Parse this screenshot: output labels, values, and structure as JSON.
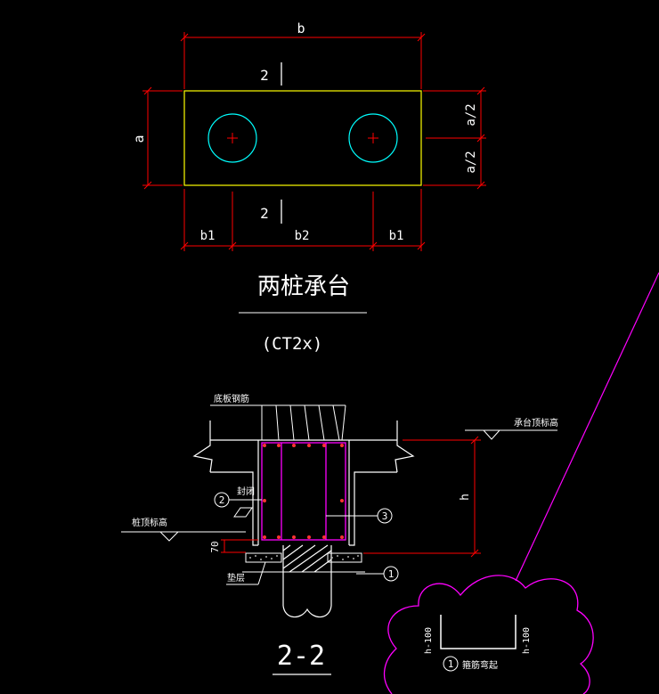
{
  "plan": {
    "top_dim": "b",
    "left_dim": "a",
    "right_dim_upper": "a/2",
    "right_dim_lower": "a/2",
    "section_mark_top": "2",
    "section_mark_bottom": "2",
    "bottom_dim_left": "b1",
    "bottom_dim_middle": "b2",
    "bottom_dim_right": "b1",
    "title": "两桩承台",
    "code": "(CT2x)"
  },
  "section": {
    "title": "2-2",
    "bottom_rebar_label": "底板钢筋",
    "cap_top_elev_label": "承台顶标高",
    "pile_top_elev_label": "桩顶标高",
    "closure_label": "封闭",
    "cushion_label": "垫层",
    "height_dim": "h",
    "offset_dim": "70",
    "callout_1": "1",
    "callout_2": "2",
    "callout_3": "3"
  },
  "detail": {
    "callout": "1",
    "caption": "箍筋弯起",
    "left_dim": "h-100",
    "right_dim": "h-100"
  },
  "colors": {
    "background": "#000000",
    "dimension": "#ff0000",
    "outline": "#ffffff",
    "cap_plan": "#ffff00",
    "pile_circle": "#00ffff",
    "rebar": "#ff00ff"
  }
}
